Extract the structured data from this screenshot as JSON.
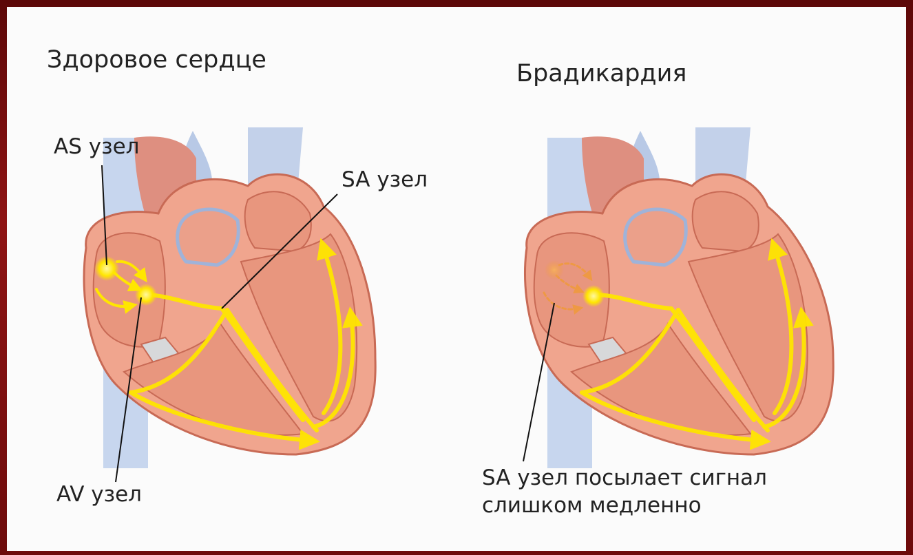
{
  "titles": {
    "healthy": "Здоровое сердце",
    "bradycardia": "Брадикардия"
  },
  "labels": {
    "as_node": "AS узел",
    "sa_node": "SA узел",
    "av_node": "AV узел",
    "sa_slow_line1": "SA узел посылает сигнал",
    "sa_slow_line2": "слишком медленно"
  },
  "colors": {
    "frame": "#7a0c0c",
    "background": "#fbfbfb",
    "heart_wall": "#f0a58e",
    "heart_chamber": "#e8967e",
    "heart_outline": "#c86a55",
    "vessel_blue": "#b8c9e6",
    "aorta": "#de8f80",
    "conduction": "#ffe600",
    "slow_signal": "#f09a3a"
  },
  "icons": {
    "healthy_heart": "heart-anatomy-icon",
    "brady_heart": "heart-anatomy-icon"
  }
}
